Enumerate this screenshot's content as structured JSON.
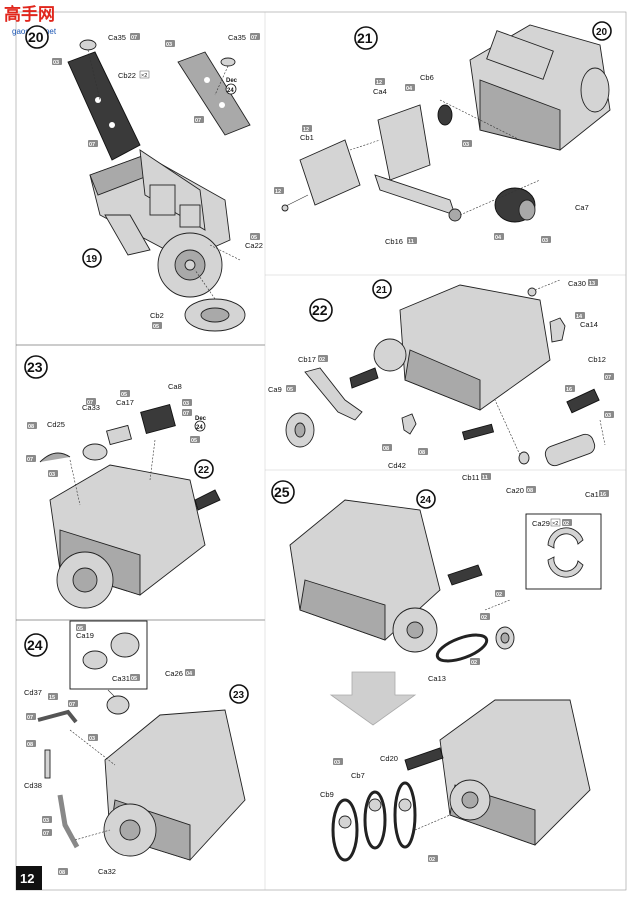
{
  "watermark": {
    "chars": "高手网",
    "url": "gaoshou.net"
  },
  "page_number": "12",
  "steps": {
    "s20": "20",
    "s21": "21",
    "s22": "22",
    "s23": "23",
    "s24": "24",
    "s25": "25"
  },
  "refs": {
    "r20": "20",
    "r21": "21",
    "r22": "22",
    "r23": "23",
    "r24": "24",
    "r19": "19"
  },
  "labels": {
    "ca35a": "Ca35",
    "ca35b": "Ca35",
    "cb22": "Cb22",
    "ca22": "Ca22",
    "cb2": "Cb2",
    "dec": "Dec",
    "ca4": "Ca4",
    "cb1": "Cb1",
    "cb6": "Cb6",
    "ca7": "Ca7",
    "cb16": "Cb16",
    "ca30": "Ca30",
    "ca14": "Ca14",
    "cb17": "Cb17",
    "cb12": "Cb12",
    "ca9": "Ca9",
    "cd42": "Cd42",
    "cb11": "Cb11",
    "ca20": "Ca20",
    "ca1": "Ca1",
    "cd25": "Cd25",
    "ca33": "Ca33",
    "ca17": "Ca17",
    "ca8": "Ca8",
    "ca29": "Ca29",
    "ca13": "Ca13",
    "ca19": "Ca19",
    "ca31": "Ca31",
    "ca26": "Ca26",
    "cd37": "Cd37",
    "cd38": "Cd38",
    "ca32": "Ca32",
    "cd20": "Cd20",
    "cb7": "Cb7",
    "cb9": "Cb9"
  },
  "tags": {
    "t07": "07",
    "t05": "05",
    "t03": "03",
    "t02": "02",
    "t04": "04",
    "t06": "06",
    "t08": "08",
    "t09": "09",
    "t10": "10",
    "t11": "11",
    "t12": "12",
    "t13": "13",
    "t14": "14",
    "t15": "15",
    "t16": "16"
  },
  "counts": {
    "x2": "×2",
    "dec": "24"
  },
  "colors": {
    "tag": "#8a8a8a",
    "part": "#d4d4d4",
    "dark": "#3a3a3a",
    "arrow": "#cfcfcf"
  }
}
